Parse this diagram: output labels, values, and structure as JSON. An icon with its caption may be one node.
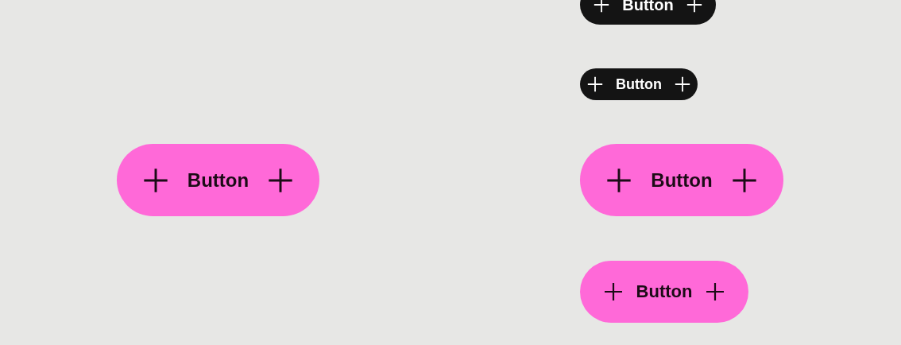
{
  "diagram": {
    "nodes": [
      {
        "text": [
          "Button"
        ]
      },
      {
        "text": [
          "Button"
        ]
      },
      {
        "text": [
          "Button"
        ]
      },
      {
        "text": [
          "Button"
        ]
      },
      {
        "text": [
          "Button"
        ]
      }
    ]
  }
}
